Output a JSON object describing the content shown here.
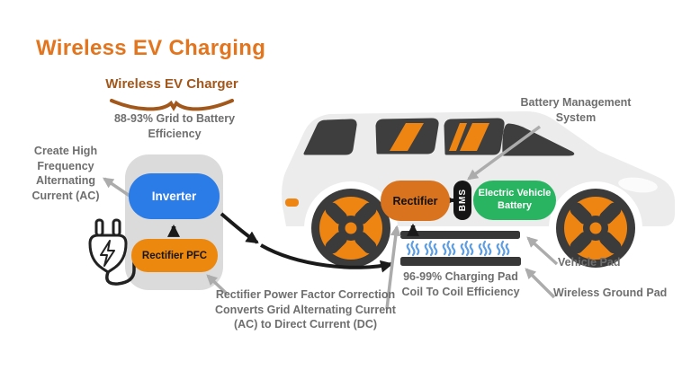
{
  "title": "Wireless EV Charging",
  "charger": {
    "heading": "Wireless EV Charger",
    "efficiency_note": "88-93% Grid to Battery\nEfficiency",
    "inverter_label": "Inverter",
    "rectifier_pfc_label": "Rectifier PFC",
    "hf_ac_note": "Create High\nFrequency\nAlternating\nCurrent (AC)",
    "pfc_note": "Rectifier Power Factor Correction\nConverts Grid Alternating Current\n(AC) to Direct Current (DC)"
  },
  "vehicle": {
    "rectifier_label": "Rectifier",
    "bms_label": "BMS",
    "battery_label": "Electric Vehicle\nBattery",
    "bms_note": "Battery Management\nSystem"
  },
  "pads": {
    "coil_efficiency_note": "96-99% Charging Pad\nCoil To Coil Efficiency",
    "vehicle_pad_label": "Vehicle Pad",
    "ground_pad_label": "Wireless Ground Pad"
  },
  "colors": {
    "title_orange": "#E2751E",
    "heading_brown": "#A2571B",
    "accent_orange": "#EE8512",
    "inverter_blue": "#2C7CE8",
    "rectifier_orange": "#D9731E",
    "battery_green": "#29B462",
    "note_gray": "#6E6E6E",
    "dark_gray": "#3B3B3B",
    "wave_blue": "#5E9EE3",
    "arrow_gray": "#ACACAC"
  }
}
